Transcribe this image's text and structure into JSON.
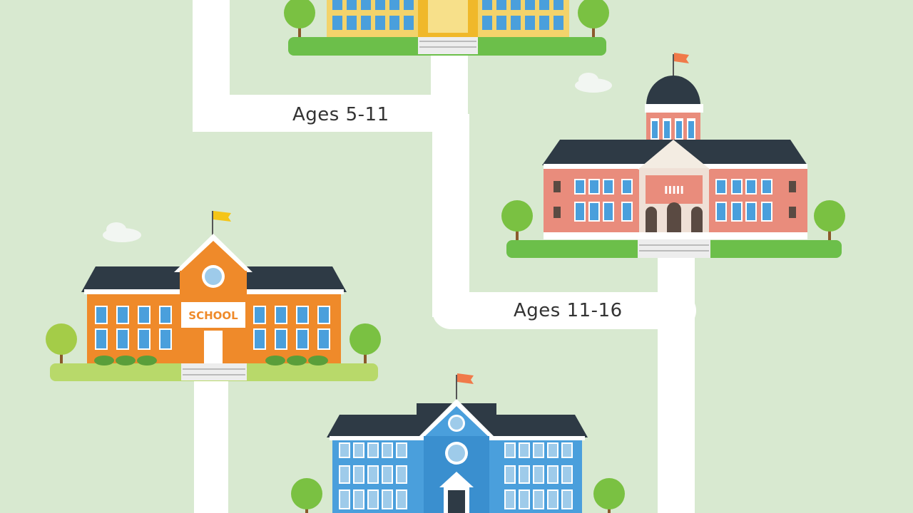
{
  "stages": [
    {
      "age_range": "Ages 5-11"
    },
    {
      "age_range": "Ages 11-16"
    }
  ],
  "signs": {
    "orange_school": "SCHOOL",
    "red_school": "IIIII"
  },
  "palette": {
    "background": "#d8e9d0",
    "path": "#ffffff",
    "grass": "#6cbf4a",
    "tree": "#7ac142",
    "roof": "#2e3a45",
    "yellow_school": "#f3d36b",
    "orange_school": "#ef8a2a",
    "red_school": "#e98c7c",
    "blue_school": "#4a9fdc",
    "flag_yellow": "#f5c518",
    "flag_orange": "#f07a4a"
  },
  "icons": [
    "school-building-icon",
    "tree-icon",
    "flag-icon",
    "cloud-icon"
  ]
}
